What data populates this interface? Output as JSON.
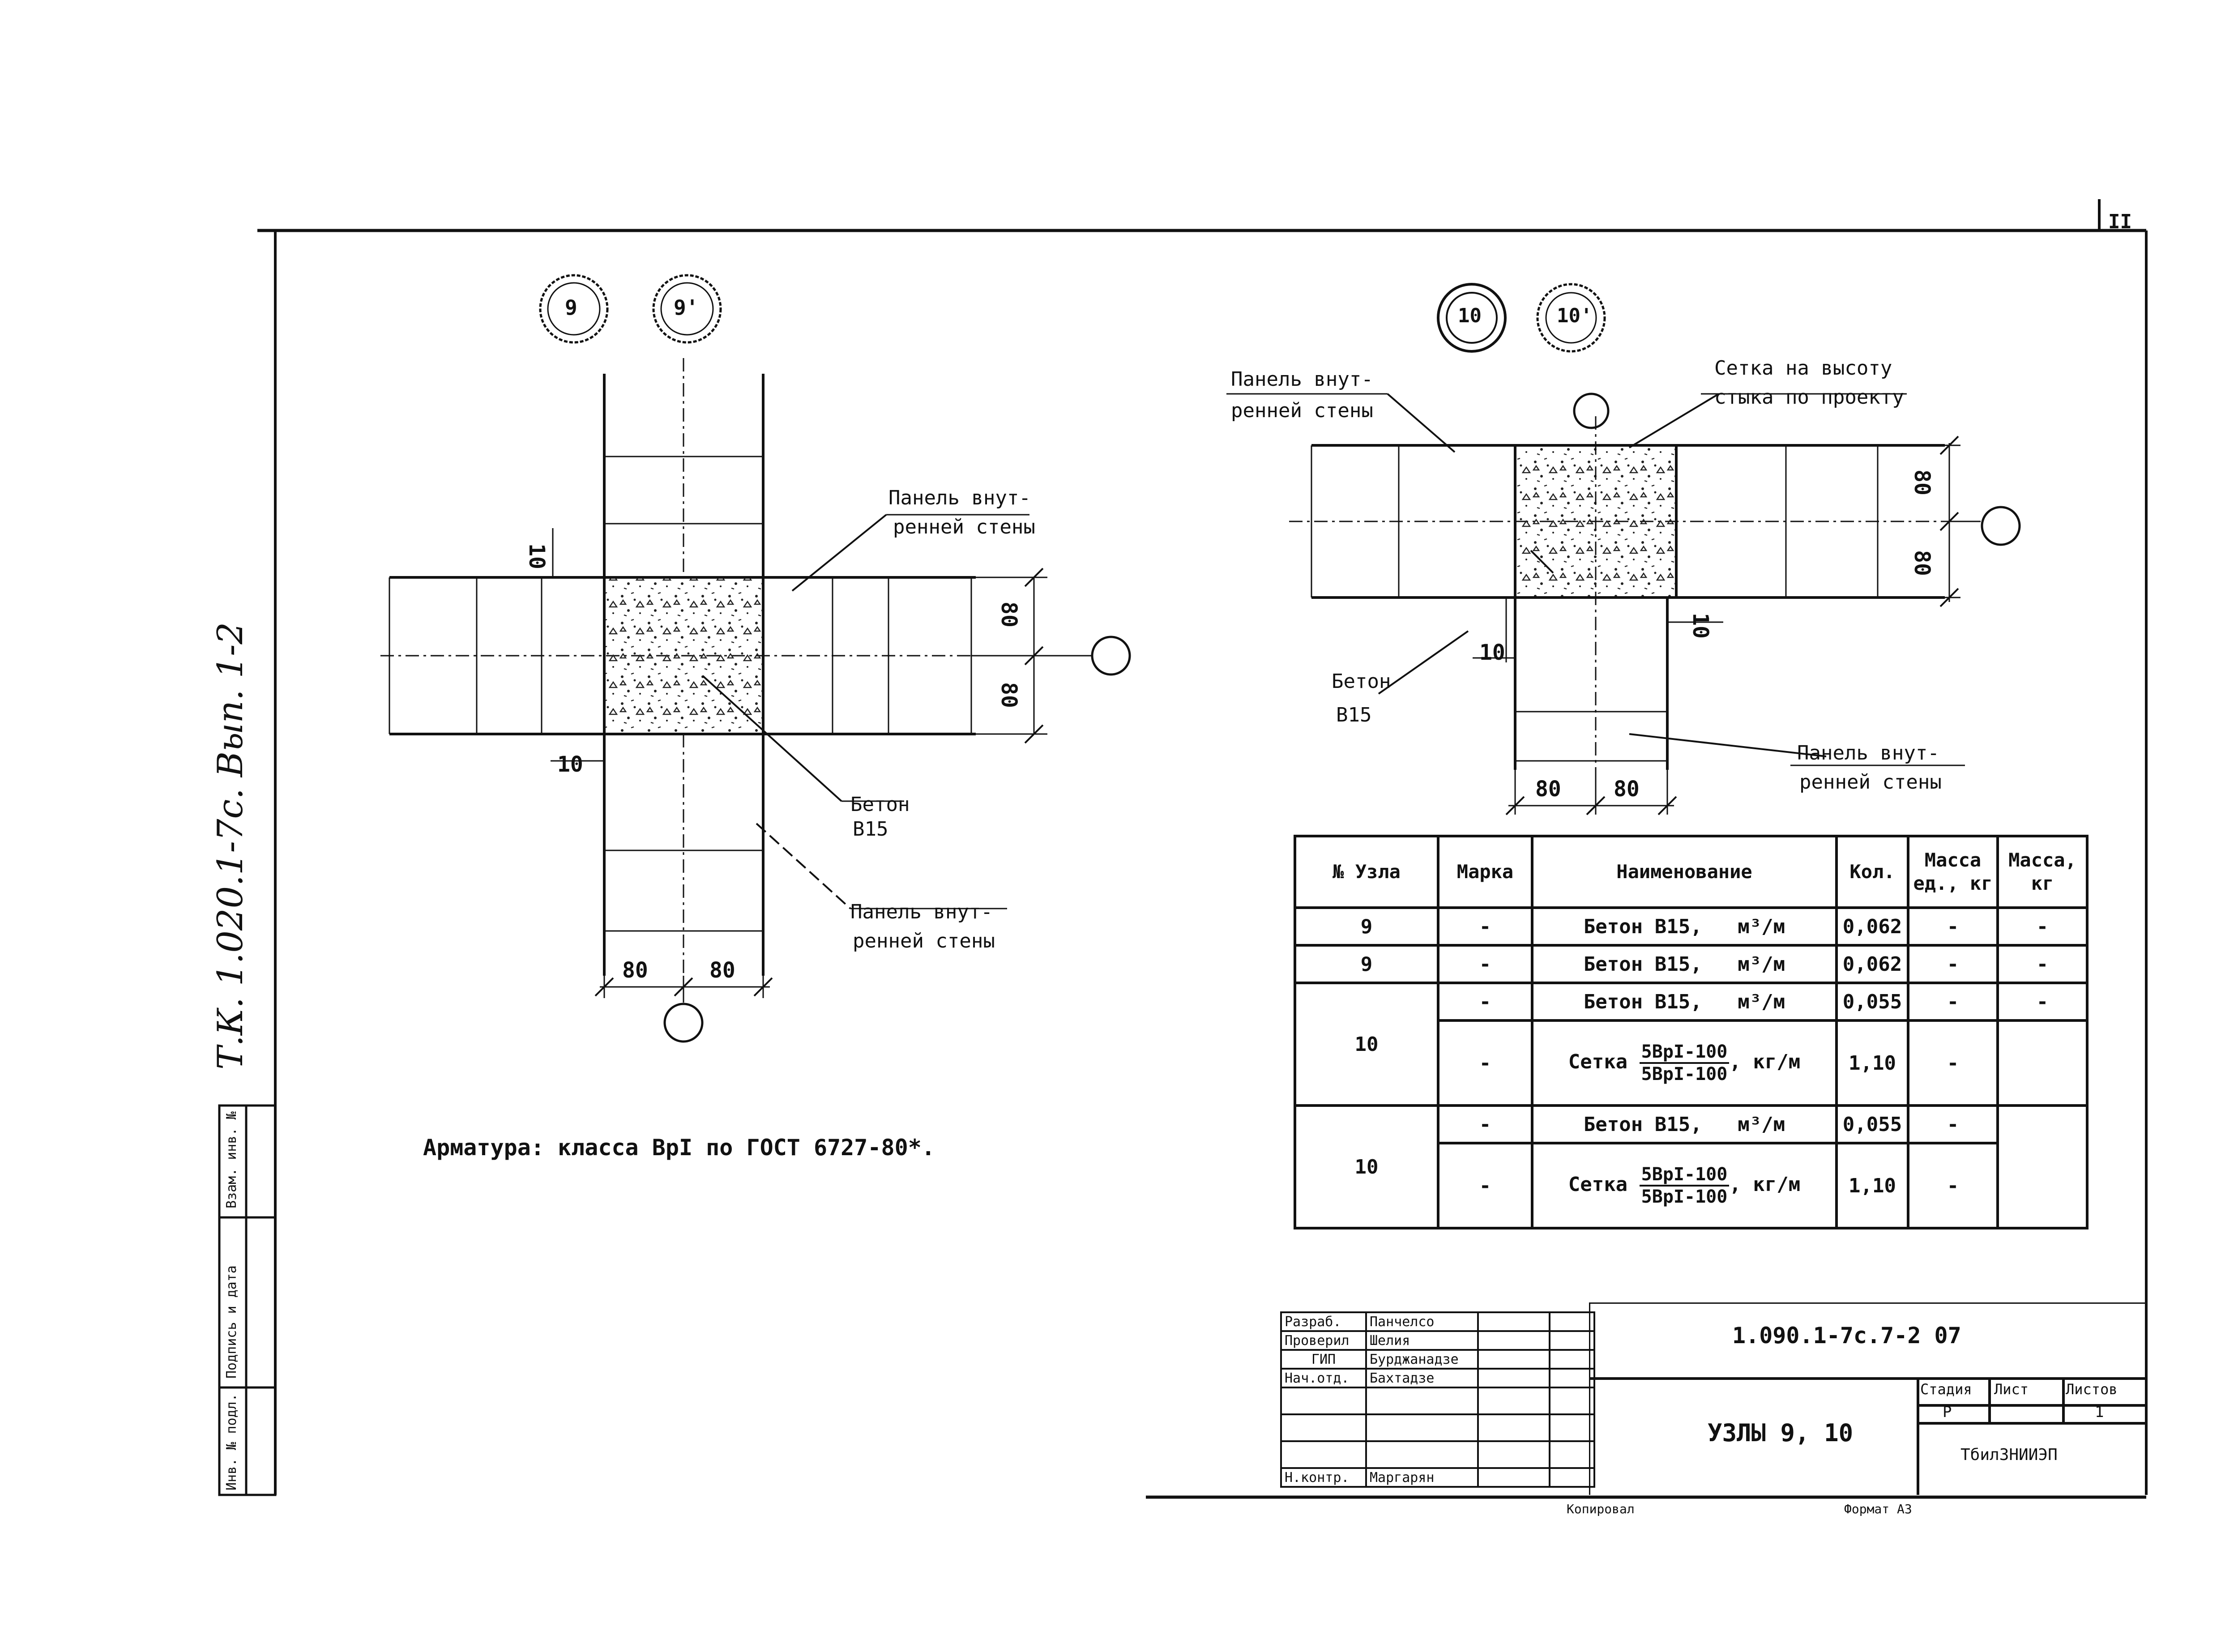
{
  "sheet_number": "II",
  "left_margin_note": "Т.К. 1.020.1-7с. Вып. 1-2",
  "left_stamp": {
    "c1": "Инв. № подл.",
    "c2": "Подпись и дата",
    "c3": "Взам. инв. №"
  },
  "node9": {
    "marker_a": "9",
    "marker_b": "9'",
    "label_panel_top_1": "Панель внут-",
    "label_panel_top_2": "ренней стены",
    "label_concrete_1": "Бетон",
    "label_concrete_2": "В15",
    "label_panel_bottom_1": "Панель внут-",
    "label_panel_bottom_2": "ренней стены",
    "dim_top_10": "10",
    "dim_left_10": "10",
    "dim_v_80_1": "80",
    "dim_v_80_2": "80",
    "dim_h_80_1": "80",
    "dim_h_80_2": "80"
  },
  "reinforcement_note": "Арматура: класса ВрI по ГОСТ 6727-80*.",
  "node10": {
    "marker_a": "10",
    "marker_b": "10'",
    "label_panel_left_1": "Панель внут-",
    "label_panel_left_2": "ренней стены",
    "label_mesh_1": "Сетка на высоту",
    "label_mesh_2": "стыка по проекту",
    "label_concrete_1": "Бетон",
    "label_concrete_2": "В15",
    "label_panel_bottom_1": "Панель внут-",
    "label_panel_bottom_2": "ренней стены",
    "dim_10_a": "10",
    "dim_10_b": "10",
    "dim_v_80_1": "80",
    "dim_v_80_2": "80",
    "dim_h_80_1": "80",
    "dim_h_80_2": "80"
  },
  "spec_table": {
    "headers": {
      "node": "№ Узла",
      "mark": "Марка",
      "name": "Наименование",
      "qty": "Кол.",
      "mass_unit_1": "Масса",
      "mass_unit_2": "ед., кг",
      "mass_1": "Масса,",
      "mass_2": "кг"
    },
    "rows": [
      {
        "node": "9",
        "mark": "-",
        "name": "Бетон В15,",
        "unit": "м³/м",
        "qty": "0,062",
        "mass_unit": "-",
        "mass": "-"
      },
      {
        "node": "9",
        "mark": "-",
        "name": "Бетон В15,",
        "unit": "м³/м",
        "qty": "0,062",
        "mass_unit": "-",
        "mass": "-"
      },
      {
        "node": "10",
        "mark": "-",
        "name": "Бетон В15,",
        "unit": "м³/м",
        "qty": "0,055",
        "mass_unit": "-",
        "mass": "-"
      },
      {
        "node": "",
        "mark": "-",
        "name": "Сетка",
        "frac_top": "5ВрI-100",
        "frac_bottom": "5ВрI-100",
        "unit": ", кг/м",
        "qty": "1,10",
        "mass_unit": "-",
        "mass": ""
      },
      {
        "node": "10",
        "mark": "-",
        "name": "Бетон В15,",
        "unit": "м³/м",
        "qty": "0,055",
        "mass_unit": "-",
        "mass": ""
      },
      {
        "node": "",
        "mark": "-",
        "name": "Сетка",
        "frac_top": "5ВрI-100",
        "frac_bottom": "5ВрI-100",
        "unit": ", кг/м",
        "qty": "1,10",
        "mass_unit": "-",
        "mass": ""
      }
    ]
  },
  "title_block": {
    "roles": [
      "Разраб.",
      "Проверил",
      "ГИП",
      "Нач.отд.",
      "",
      "",
      "",
      "Н.контр."
    ],
    "names": [
      "Панчелсо",
      "Шелия",
      "Бурджанадзе",
      "Бахтадзе",
      "",
      "",
      "",
      "Маргарян"
    ],
    "doc_code": "1.090.1-7с.7-2 07",
    "title": "УЗЛЫ 9, 10",
    "stage_label": "Стадия",
    "sheet_label": "Лист",
    "sheets_label": "Листов",
    "stage_value": "Р",
    "sheets_value": "1",
    "org": "ТбилЗНИИЭП",
    "copied": "Копировал",
    "format": "Формат А3"
  },
  "markers": {
    "node9_bottom": "",
    "node9_right": "",
    "node10_top": "",
    "node10_right": ""
  }
}
